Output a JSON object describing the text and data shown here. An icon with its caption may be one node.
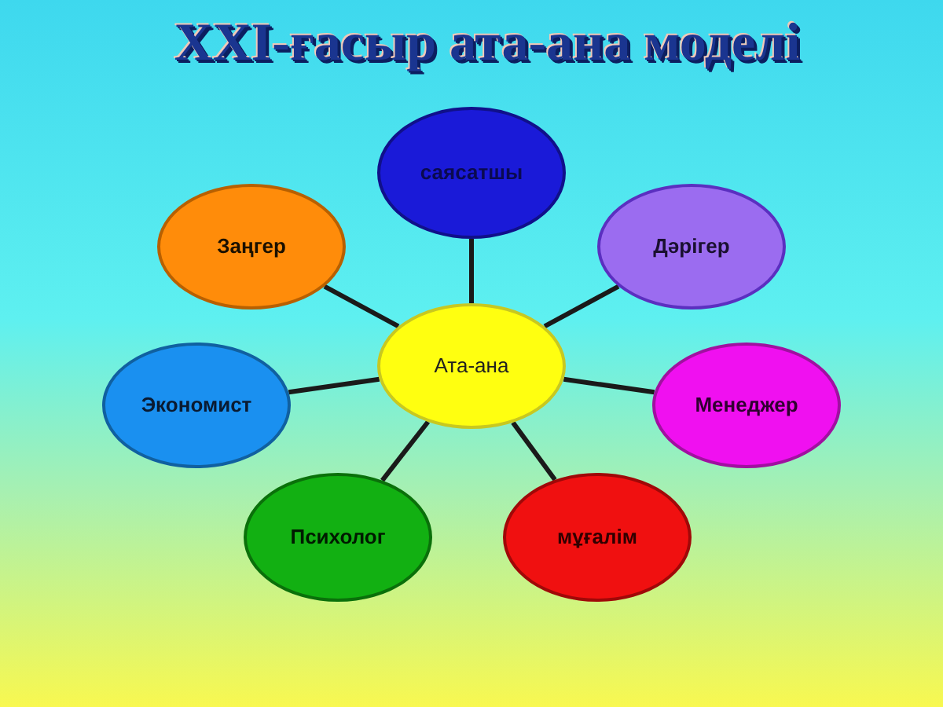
{
  "diagram": {
    "title": "XXI-ғасыр ата-ана моделі",
    "nodes": [
      {
        "text": [
          "саясатшы"
        ]
      },
      {
        "text": [
          "Заңгер"
        ]
      },
      {
        "text": [
          "Дәрігер"
        ]
      },
      {
        "text": [
          "Ата-ана"
        ]
      },
      {
        "text": [
          "Экономист"
        ]
      },
      {
        "text": [
          "Менеджер"
        ]
      },
      {
        "text": [
          "Психолог"
        ]
      },
      {
        "text": [
          "мұғалім"
        ]
      }
    ],
    "edges": [
      {
        "from": 3,
        "to": 0,
        "arrow": "none"
      },
      {
        "from": 3,
        "to": 1,
        "arrow": "none"
      },
      {
        "from": 3,
        "to": 2,
        "arrow": "none"
      },
      {
        "from": 3,
        "to": 4,
        "arrow": "none"
      },
      {
        "from": 3,
        "to": 5,
        "arrow": "none"
      },
      {
        "from": 3,
        "to": 6,
        "arrow": "none"
      },
      {
        "from": 3,
        "to": 7,
        "arrow": "none"
      }
    ]
  }
}
